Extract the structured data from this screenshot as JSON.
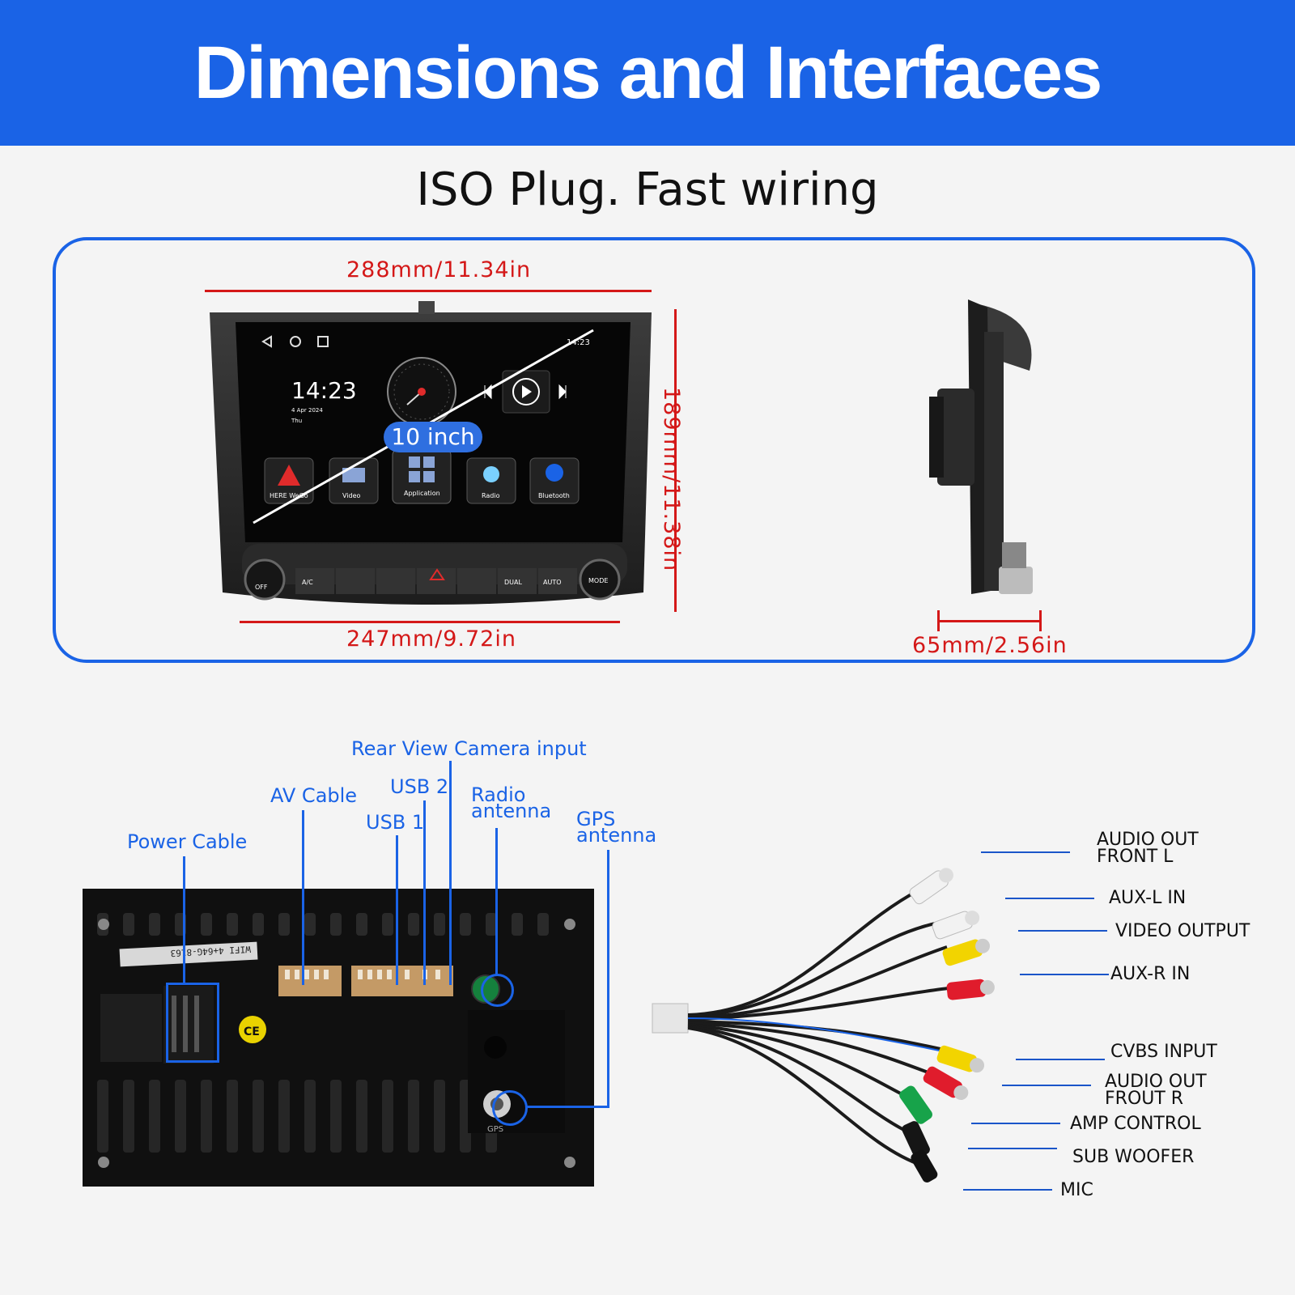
{
  "header": {
    "title": "Dimensions and Interfaces"
  },
  "subtitle": "ISO Plug. Fast wiring",
  "dimensions": {
    "width_top": "288mm/11.34in",
    "width_bottom": "247mm/9.72in",
    "height": "189mm/11.38in",
    "depth": "65mm/2.56in",
    "screen_size": "10 inch"
  },
  "screen": {
    "time": "14:23",
    "date": "4 Apr 2024",
    "weekday": "Thu",
    "status_time": "14:23",
    "apps": [
      "HERE WeGo",
      "Video",
      "Application",
      "Radio",
      "Bluetooth"
    ],
    "climate_buttons": [
      "A/C",
      "DUAL",
      "AUTO",
      "MODE",
      "OFF"
    ]
  },
  "rear_panel": {
    "sticker": "WIFI 4+64G-8163",
    "gps_mark": "GPS"
  },
  "interfaces": {
    "power_cable": "Power Cable",
    "av_cable": "AV Cable",
    "usb1": "USB 1",
    "usb2": "USB 2",
    "rear_camera": "Rear View Camera input",
    "radio_line1": "Radio",
    "radio_line2": "antenna",
    "gps_line1": "GPS",
    "gps_line2": "antenna"
  },
  "av_cable_labels": [
    {
      "line1": "AUDIO OUT",
      "line2": "FRONT L"
    },
    {
      "line1": "AUX-L IN"
    },
    {
      "line1": "VIDEO OUTPUT"
    },
    {
      "line1": "AUX-R IN"
    },
    {
      "line1": "CVBS INPUT"
    },
    {
      "line1": "AUDIO OUT",
      "line2": "FROUT R"
    },
    {
      "line1": "AMP CONTROL"
    },
    {
      "line1": "SUB WOOFER"
    },
    {
      "line1": "MIC"
    }
  ],
  "colors": {
    "brand_blue": "#1a63e6",
    "dimension_red": "#d41818",
    "rca_white": "#f2f2f2",
    "rca_yellow": "#f2d400",
    "rca_red": "#e01c2c",
    "rca_green": "#17a34a",
    "rca_black": "#151515"
  }
}
